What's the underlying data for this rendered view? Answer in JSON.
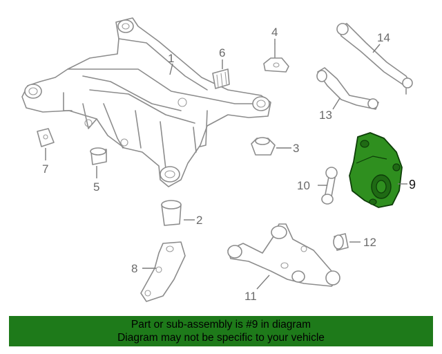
{
  "diagram": {
    "callouts": [
      {
        "id": "1",
        "label": "1"
      },
      {
        "id": "2",
        "label": "2"
      },
      {
        "id": "3",
        "label": "3"
      },
      {
        "id": "4",
        "label": "4"
      },
      {
        "id": "5",
        "label": "5"
      },
      {
        "id": "6",
        "label": "6"
      },
      {
        "id": "7",
        "label": "7"
      },
      {
        "id": "8",
        "label": "8"
      },
      {
        "id": "9",
        "label": "9"
      },
      {
        "id": "10",
        "label": "10"
      },
      {
        "id": "11",
        "label": "11"
      },
      {
        "id": "12",
        "label": "12"
      },
      {
        "id": "13",
        "label": "13"
      },
      {
        "id": "14",
        "label": "14"
      }
    ],
    "highlight_part": "9",
    "highlight_color": "#2f8f1f",
    "line_color": "#8c8c8c"
  },
  "banner": {
    "line1": "Part or sub-assembly is #9 in diagram",
    "line2": "Diagram may not be specific to your vehicle",
    "background": "#1e7a1a"
  }
}
